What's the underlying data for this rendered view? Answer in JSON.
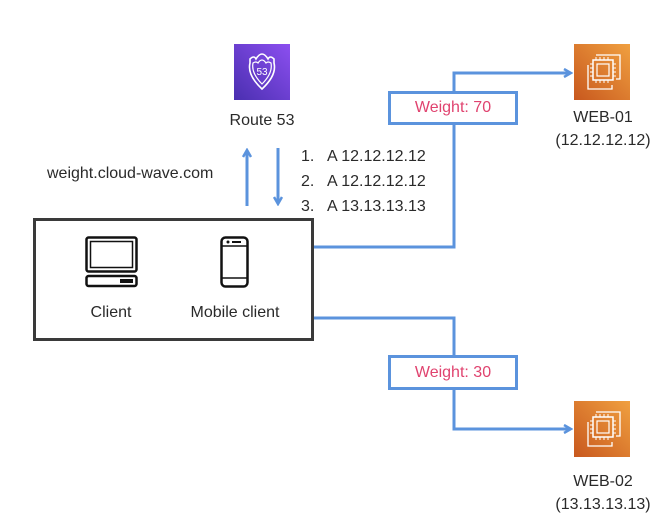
{
  "route53": {
    "label": "Route 53",
    "icon": "route53-shield-icon",
    "badge_text": "53",
    "colors": {
      "bg_top": "#8c4ff0",
      "bg_bottom": "#4a2fb0"
    }
  },
  "query": {
    "domain": "weight.cloud-wave.com"
  },
  "records": [
    {
      "num": "1.",
      "value": "A 12.12.12.12"
    },
    {
      "num": "2.",
      "value": "A 12.12.12.12"
    },
    {
      "num": "3.",
      "value": "A 13.13.13.13"
    }
  ],
  "clients": [
    {
      "label": "Client",
      "icon": "desktop-computer-icon"
    },
    {
      "label": "Mobile client",
      "icon": "mobile-phone-icon"
    }
  ],
  "routes": [
    {
      "weight_label": "Weight: 70",
      "target": "WEB-01"
    },
    {
      "weight_label": "Weight: 30",
      "target": "WEB-02"
    }
  ],
  "servers": [
    {
      "name": "WEB-01",
      "ip": "(12.12.12.12)",
      "icon": "ec2-instance-icon"
    },
    {
      "name": "WEB-02",
      "ip": "(13.13.13.13)",
      "icon": "ec2-instance-icon"
    }
  ],
  "colors": {
    "wire": "#5b93dd",
    "weight_text": "#e0436f",
    "ec2_top": "#f0a040",
    "ec2_bottom": "#c8581e",
    "box_border": "#3a3a3a"
  }
}
